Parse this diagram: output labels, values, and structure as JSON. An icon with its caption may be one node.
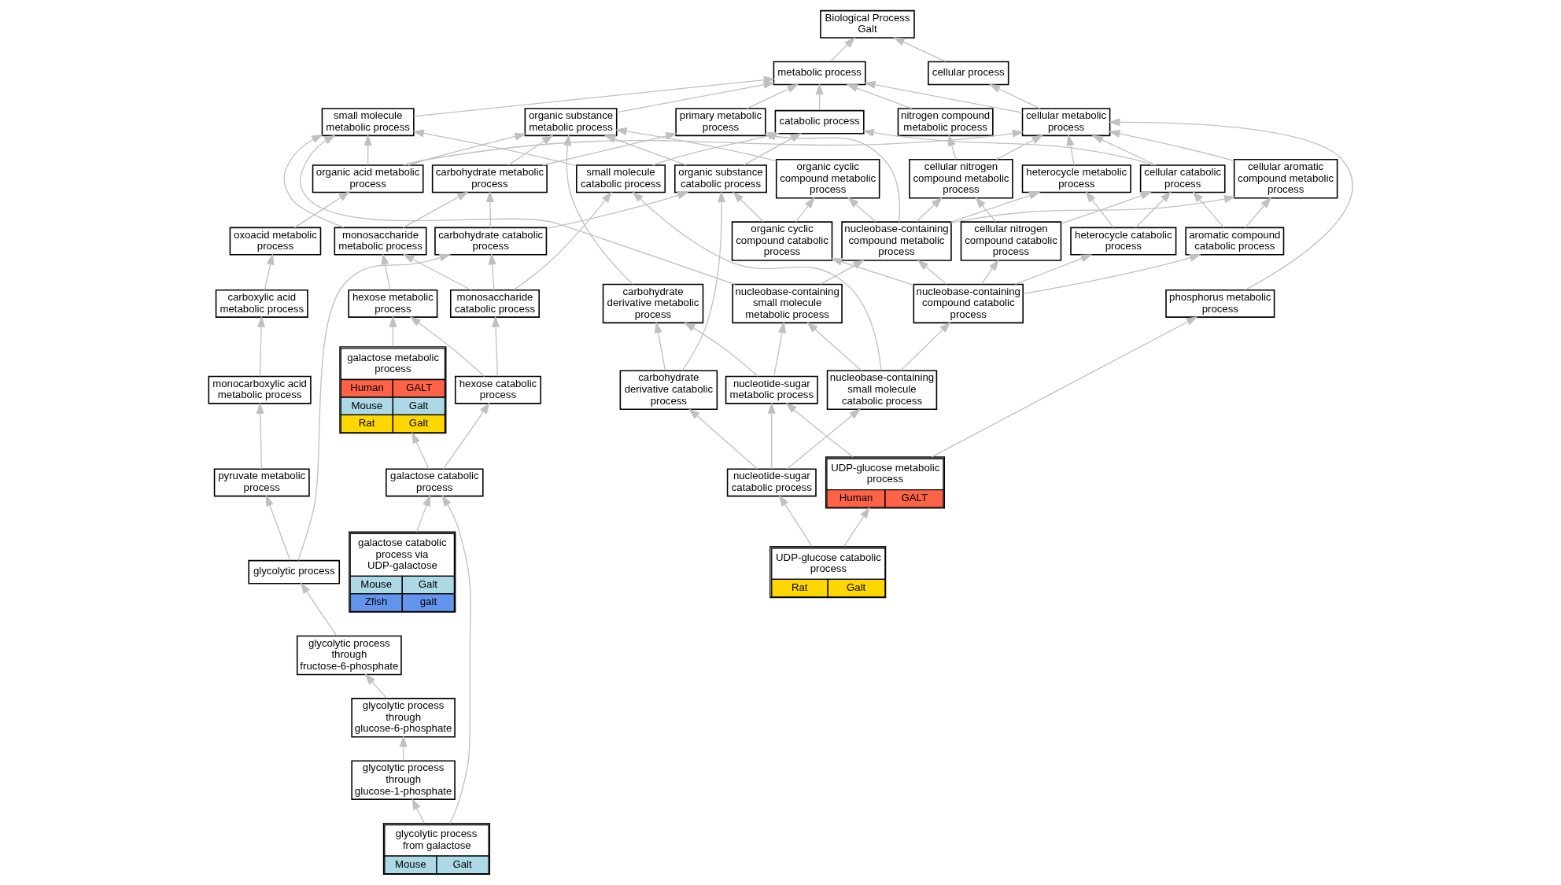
{
  "diagram": {
    "nodes": [
      {
        "text": [
          "Biological Process",
          "Galt"
        ]
      },
      {
        "text": [
          "metabolic process"
        ]
      },
      {
        "text": [
          "cellular process"
        ]
      },
      {
        "text": [
          "small molecule metabolic process"
        ]
      },
      {
        "text": [
          "organic substance metabolic process"
        ]
      },
      {
        "text": [
          "primary metabolic process"
        ]
      },
      {
        "text": [
          "catabolic process"
        ]
      },
      {
        "text": [
          "nitrogen compound metabolic process"
        ]
      },
      {
        "text": [
          "cellular metabolic process"
        ]
      },
      {
        "text": [
          "carbohydrate metabolic process"
        ]
      },
      {
        "text": [
          "organic acid metabolic process"
        ]
      },
      {
        "text": [
          "carbohydrate derivative metabolic process"
        ]
      },
      {
        "text": [
          "organic substance catabolic process"
        ]
      },
      {
        "text": [
          "organic cyclic compound metabolic process"
        ]
      },
      {
        "text": [
          "cellular nitrogen compound metabolic process"
        ]
      },
      {
        "text": [
          "cellular aromatic compound metabolic process"
        ]
      },
      {
        "text": [
          "heterocycle metabolic process"
        ]
      },
      {
        "text": [
          "cellular catabolic process"
        ]
      },
      {
        "text": [
          "monosaccharide metabolic process"
        ]
      },
      {
        "text": [
          "oxoacid metabolic process"
        ]
      },
      {
        "text": [
          "carbohydrate catabolic process"
        ]
      },
      {
        "text": [
          "small molecule catabolic process"
        ]
      },
      {
        "text": [
          "carbohydrate derivative catabolic process"
        ]
      },
      {
        "text": [
          "organic cyclic compound catabolic process"
        ]
      },
      {
        "text": [
          "nucleobase-containing compound metabolic process"
        ]
      },
      {
        "text": [
          "cellular nitrogen compound catabolic process"
        ]
      },
      {
        "text": [
          "aromatic compound catabolic process"
        ]
      },
      {
        "text": [
          "heterocycle catabolic process"
        ]
      },
      {
        "text": [
          "hexose metabolic process"
        ]
      },
      {
        "text": [
          "monosaccharide catabolic process"
        ]
      },
      {
        "text": [
          "carboxylic acid metabolic process"
        ]
      },
      {
        "text": [
          "nucleobase-containing small molecule metabolic process"
        ]
      },
      {
        "text": [
          "nucleobase-containing compound catabolic process"
        ]
      },
      {
        "text": [
          "phosphorus metabolic process"
        ]
      },
      {
        "text": [
          "galactose metabolic process",
          "Human",
          "GALT",
          "Mouse",
          "Galt",
          "Rat",
          "Galt"
        ]
      },
      {
        "text": [
          "hexose catabolic process"
        ]
      },
      {
        "text": [
          "monocarboxylic acid metabolic process"
        ]
      },
      {
        "text": [
          "nucleobase-containing small molecule catabolic process"
        ]
      },
      {
        "text": [
          "nucleotide-sugar metabolic process"
        ]
      },
      {
        "text": [
          "galactose catabolic process"
        ]
      },
      {
        "text": [
          "pyruvate metabolic process"
        ]
      },
      {
        "text": [
          "nucleotide-sugar catabolic process"
        ]
      },
      {
        "text": [
          "UDP-glucose metabolic process",
          "Human",
          "GALT"
        ]
      },
      {
        "text": [
          "galactose catabolic process via UDP-galactose",
          "Mouse",
          "Galt",
          "Zfish",
          "galt"
        ]
      },
      {
        "text": [
          "glycolytic process"
        ]
      },
      {
        "text": [
          "UDP-glucose catabolic process",
          "Rat",
          "Galt"
        ]
      },
      {
        "text": [
          "glycolytic process through fructose-6-phosphate"
        ]
      },
      {
        "text": [
          "glycolytic process through glucose-6-phosphate"
        ]
      },
      {
        "text": [
          "glycolytic process through glucose-1-phosphate"
        ]
      },
      {
        "text": [
          "glycolytic process from galactose",
          "Mouse",
          "Galt"
        ]
      }
    ],
    "edges": [
      {
        "from": 1,
        "to": 0,
        "arrow": "to"
      },
      {
        "from": 2,
        "to": 0,
        "arrow": "to"
      },
      {
        "from": 3,
        "to": 1,
        "arrow": "to"
      },
      {
        "from": 4,
        "to": 1,
        "arrow": "to"
      },
      {
        "from": 5,
        "to": 1,
        "arrow": "to"
      },
      {
        "from": 6,
        "to": 1,
        "arrow": "to"
      },
      {
        "from": 7,
        "to": 1,
        "arrow": "to"
      },
      {
        "from": 8,
        "to": 1,
        "arrow": "to"
      },
      {
        "from": 8,
        "to": 2,
        "arrow": "to"
      },
      {
        "from": 9,
        "to": 4,
        "arrow": "to"
      },
      {
        "from": 9,
        "to": 5,
        "arrow": "to"
      },
      {
        "from": 10,
        "to": 3,
        "arrow": "to"
      },
      {
        "from": 10,
        "to": 4,
        "arrow": "to"
      },
      {
        "from": 10,
        "to": 8,
        "arrow": "to"
      },
      {
        "from": 11,
        "to": 4,
        "arrow": "to"
      },
      {
        "from": 12,
        "to": 4,
        "arrow": "to"
      },
      {
        "from": 12,
        "to": 6,
        "arrow": "to"
      },
      {
        "from": 13,
        "to": 4,
        "arrow": "to"
      },
      {
        "from": 14,
        "to": 7,
        "arrow": "to"
      },
      {
        "from": 14,
        "to": 8,
        "arrow": "to"
      },
      {
        "from": 15,
        "to": 8,
        "arrow": "to"
      },
      {
        "from": 16,
        "to": 8,
        "arrow": "to"
      },
      {
        "from": 17,
        "to": 8,
        "arrow": "to"
      },
      {
        "from": 17,
        "to": 6,
        "arrow": "to"
      },
      {
        "from": 18,
        "to": 3,
        "arrow": "to"
      },
      {
        "from": 18,
        "to": 9,
        "arrow": "to"
      },
      {
        "from": 19,
        "to": 10,
        "arrow": "to"
      },
      {
        "from": 20,
        "to": 9,
        "arrow": "to"
      },
      {
        "from": 20,
        "to": 12,
        "arrow": "to"
      },
      {
        "from": 21,
        "to": 3,
        "arrow": "to"
      },
      {
        "from": 21,
        "to": 6,
        "arrow": "to"
      },
      {
        "from": 22,
        "to": 11,
        "arrow": "to"
      },
      {
        "from": 22,
        "to": 12,
        "arrow": "to"
      },
      {
        "from": 23,
        "to": 12,
        "arrow": "to"
      },
      {
        "from": 23,
        "to": 13,
        "arrow": "to"
      },
      {
        "from": 24,
        "to": 5,
        "arrow": "to"
      },
      {
        "from": 24,
        "to": 13,
        "arrow": "to"
      },
      {
        "from": 24,
        "to": 14,
        "arrow": "to"
      },
      {
        "from": 24,
        "to": 15,
        "arrow": "to"
      },
      {
        "from": 24,
        "to": 16,
        "arrow": "to"
      },
      {
        "from": 25,
        "to": 14,
        "arrow": "to"
      },
      {
        "from": 25,
        "to": 17,
        "arrow": "to"
      },
      {
        "from": 26,
        "to": 15,
        "arrow": "to"
      },
      {
        "from": 26,
        "to": 17,
        "arrow": "to"
      },
      {
        "from": 27,
        "to": 16,
        "arrow": "to"
      },
      {
        "from": 27,
        "to": 17,
        "arrow": "to"
      },
      {
        "from": 28,
        "to": 18,
        "arrow": "to"
      },
      {
        "from": 29,
        "to": 18,
        "arrow": "to"
      },
      {
        "from": 29,
        "to": 20,
        "arrow": "to"
      },
      {
        "from": 29,
        "to": 21,
        "arrow": "to"
      },
      {
        "from": 30,
        "to": 19,
        "arrow": "to"
      },
      {
        "from": 31,
        "to": 3,
        "arrow": "to"
      },
      {
        "from": 31,
        "to": 24,
        "arrow": "to"
      },
      {
        "from": 32,
        "to": 23,
        "arrow": "to"
      },
      {
        "from": 32,
        "to": 24,
        "arrow": "to"
      },
      {
        "from": 32,
        "to": 25,
        "arrow": "to"
      },
      {
        "from": 32,
        "to": 26,
        "arrow": "to"
      },
      {
        "from": 32,
        "to": 27,
        "arrow": "to"
      },
      {
        "from": 33,
        "to": 8,
        "arrow": "to"
      },
      {
        "from": 34,
        "to": 28,
        "arrow": "to"
      },
      {
        "from": 35,
        "to": 28,
        "arrow": "to"
      },
      {
        "from": 35,
        "to": 29,
        "arrow": "to"
      },
      {
        "from": 36,
        "to": 30,
        "arrow": "to"
      },
      {
        "from": 37,
        "to": 21,
        "arrow": "to"
      },
      {
        "from": 37,
        "to": 31,
        "arrow": "to"
      },
      {
        "from": 37,
        "to": 32,
        "arrow": "to"
      },
      {
        "from": 38,
        "to": 31,
        "arrow": "to"
      },
      {
        "from": 38,
        "to": 11,
        "arrow": "to"
      },
      {
        "from": 39,
        "to": 34,
        "arrow": "to"
      },
      {
        "from": 39,
        "to": 35,
        "arrow": "to"
      },
      {
        "from": 40,
        "to": 36,
        "arrow": "to"
      },
      {
        "from": 41,
        "to": 37,
        "arrow": "to"
      },
      {
        "from": 41,
        "to": 38,
        "arrow": "to"
      },
      {
        "from": 41,
        "to": 22,
        "arrow": "to"
      },
      {
        "from": 42,
        "to": 38,
        "arrow": "to"
      },
      {
        "from": 42,
        "to": 33,
        "arrow": "to"
      },
      {
        "from": 43,
        "to": 39,
        "arrow": "to"
      },
      {
        "from": 44,
        "to": 40,
        "arrow": "to"
      },
      {
        "from": 44,
        "to": 20,
        "arrow": "to"
      },
      {
        "from": 45,
        "to": 41,
        "arrow": "to"
      },
      {
        "from": 45,
        "to": 42,
        "arrow": "to"
      },
      {
        "from": 46,
        "to": 44,
        "arrow": "to"
      },
      {
        "from": 47,
        "to": 46,
        "arrow": "to"
      },
      {
        "from": 48,
        "to": 47,
        "arrow": "to"
      },
      {
        "from": 49,
        "to": 48,
        "arrow": "to"
      },
      {
        "from": 49,
        "to": 39,
        "arrow": "to"
      }
    ]
  }
}
